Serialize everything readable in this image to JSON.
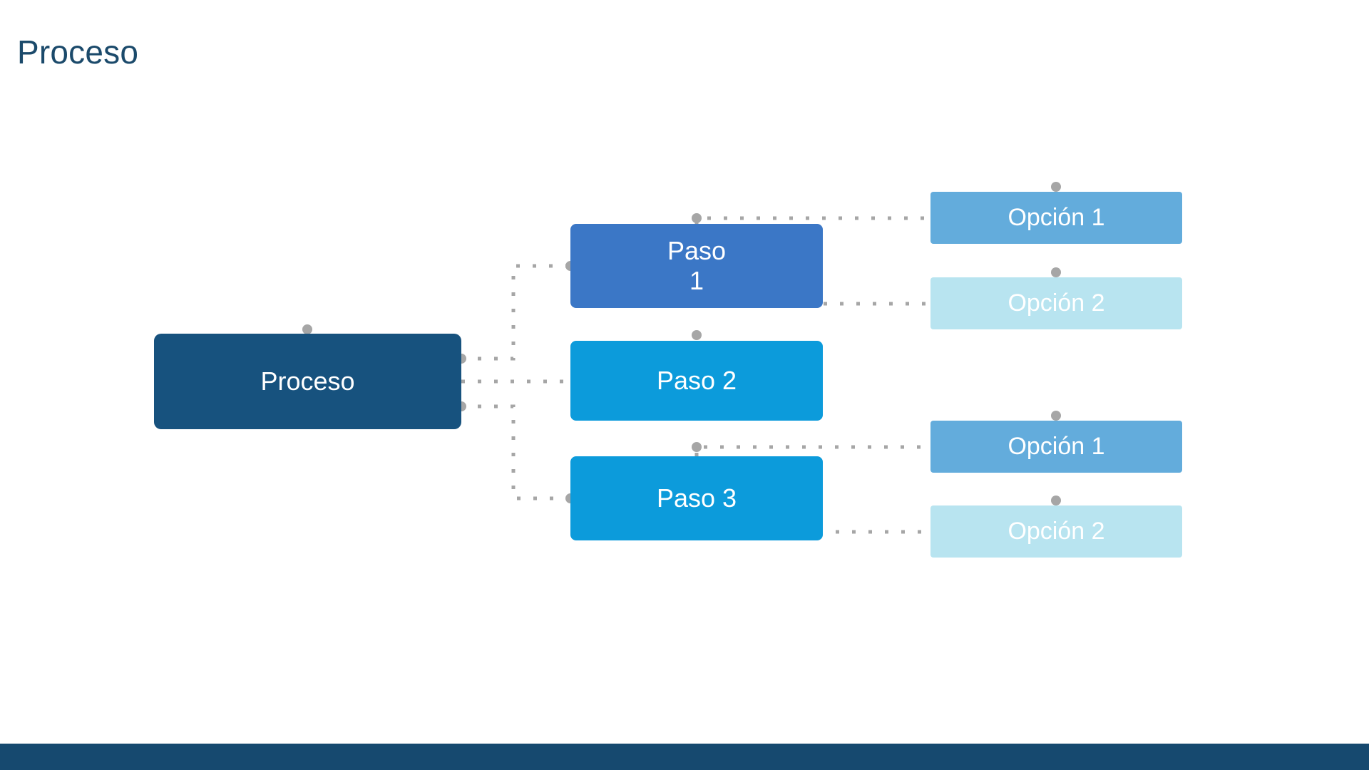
{
  "slide": {
    "title": "Proceso",
    "background": "#FFFFFF",
    "footer_color": "#16496F",
    "title_color": "#1B4A6B"
  },
  "palette": {
    "root": "#17527E",
    "step_primary": "#3B77C6",
    "step_secondary": "#0C9BDB",
    "option_dark": "#63ACDC",
    "option_light": "#B8E4F0",
    "connector": "#A6A6A6",
    "text_on_fill": "#FFFFFF"
  },
  "chart_data": {
    "type": "diagram",
    "diagram_kind": "process-hierarchy",
    "title": "Proceso",
    "orientation": "left-to-right",
    "nodes": [
      {
        "id": "root",
        "label": "Proceso",
        "level": 0,
        "fill": "#17527E"
      },
      {
        "id": "step1",
        "label": "Paso\n1",
        "level": 1,
        "fill": "#3B77C6"
      },
      {
        "id": "step2",
        "label": "Paso 2",
        "level": 1,
        "fill": "#0C9BDB"
      },
      {
        "id": "step3",
        "label": "Paso 3",
        "level": 1,
        "fill": "#0C9BDB"
      },
      {
        "id": "opt1a",
        "label": "Opción 1",
        "level": 2,
        "fill": "#63ACDC"
      },
      {
        "id": "opt1b",
        "label": "Opción 2",
        "level": 2,
        "fill": "#B8E4F0"
      },
      {
        "id": "opt3a",
        "label": "Opción 1",
        "level": 2,
        "fill": "#63ACDC"
      },
      {
        "id": "opt3b",
        "label": "Opción 2",
        "level": 2,
        "fill": "#B8E4F0"
      }
    ],
    "edges": [
      {
        "from": "root",
        "to": "step1"
      },
      {
        "from": "root",
        "to": "step2"
      },
      {
        "from": "root",
        "to": "step3"
      },
      {
        "from": "step1",
        "to": "opt1a"
      },
      {
        "from": "step1",
        "to": "opt1b"
      },
      {
        "from": "step3",
        "to": "opt3a"
      },
      {
        "from": "step3",
        "to": "opt3b"
      }
    ],
    "edge_style": "dotted",
    "edge_color": "#A6A6A6"
  },
  "diagram": {
    "root": {
      "label": "Proceso"
    },
    "steps": [
      {
        "label": "Paso\n1"
      },
      {
        "label": "Paso 2"
      },
      {
        "label": "Paso 3"
      }
    ],
    "options": [
      {
        "label": "Opción 1"
      },
      {
        "label": "Opción 2"
      },
      {
        "label": "Opción 1"
      },
      {
        "label": "Opción 2"
      }
    ]
  }
}
